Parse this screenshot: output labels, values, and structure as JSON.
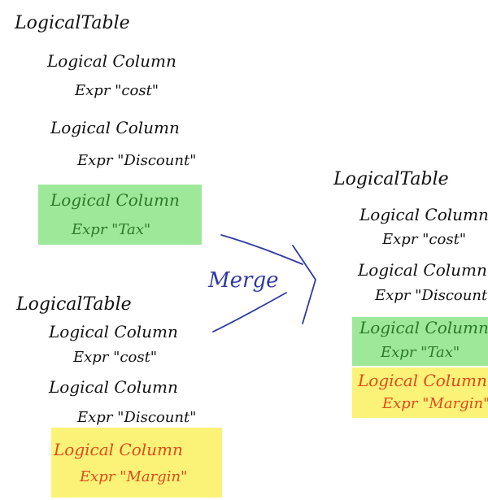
{
  "left_top_table": {
    "title": "LogicalTable",
    "columns": [
      {
        "label": "Logical Column",
        "expr": "Expr \"cost\""
      },
      {
        "label": "Logical Column",
        "expr": "Expr \"Discount\""
      },
      {
        "label": "Logical Column",
        "expr": "Expr \"Tax\""
      }
    ]
  },
  "left_bottom_table": {
    "title": "LogicalTable",
    "columns": [
      {
        "label": "Logical Column",
        "expr": "Expr \"cost\""
      },
      {
        "label": "Logical Column",
        "expr": "Expr \"Discount\""
      },
      {
        "label": "Logical Column",
        "expr": "Expr \"Margin\""
      }
    ]
  },
  "merge_label": "Merge",
  "right_table": {
    "title": "LogicalTable",
    "columns": [
      {
        "label": "Logical Column",
        "expr": "Expr \"cost\""
      },
      {
        "label": "Logical Column",
        "expr": "Expr \"Discount\""
      },
      {
        "label": "Logical Column",
        "expr": "Expr \"Tax\""
      },
      {
        "label": "Logical Column",
        "expr": "Expr \"Margin\""
      }
    ]
  },
  "colors": {
    "green_highlight": "#9ee89a",
    "yellow_highlight": "#fbf378",
    "red_text": "#e24a1a",
    "merge_blue": "#2f3aa6"
  }
}
